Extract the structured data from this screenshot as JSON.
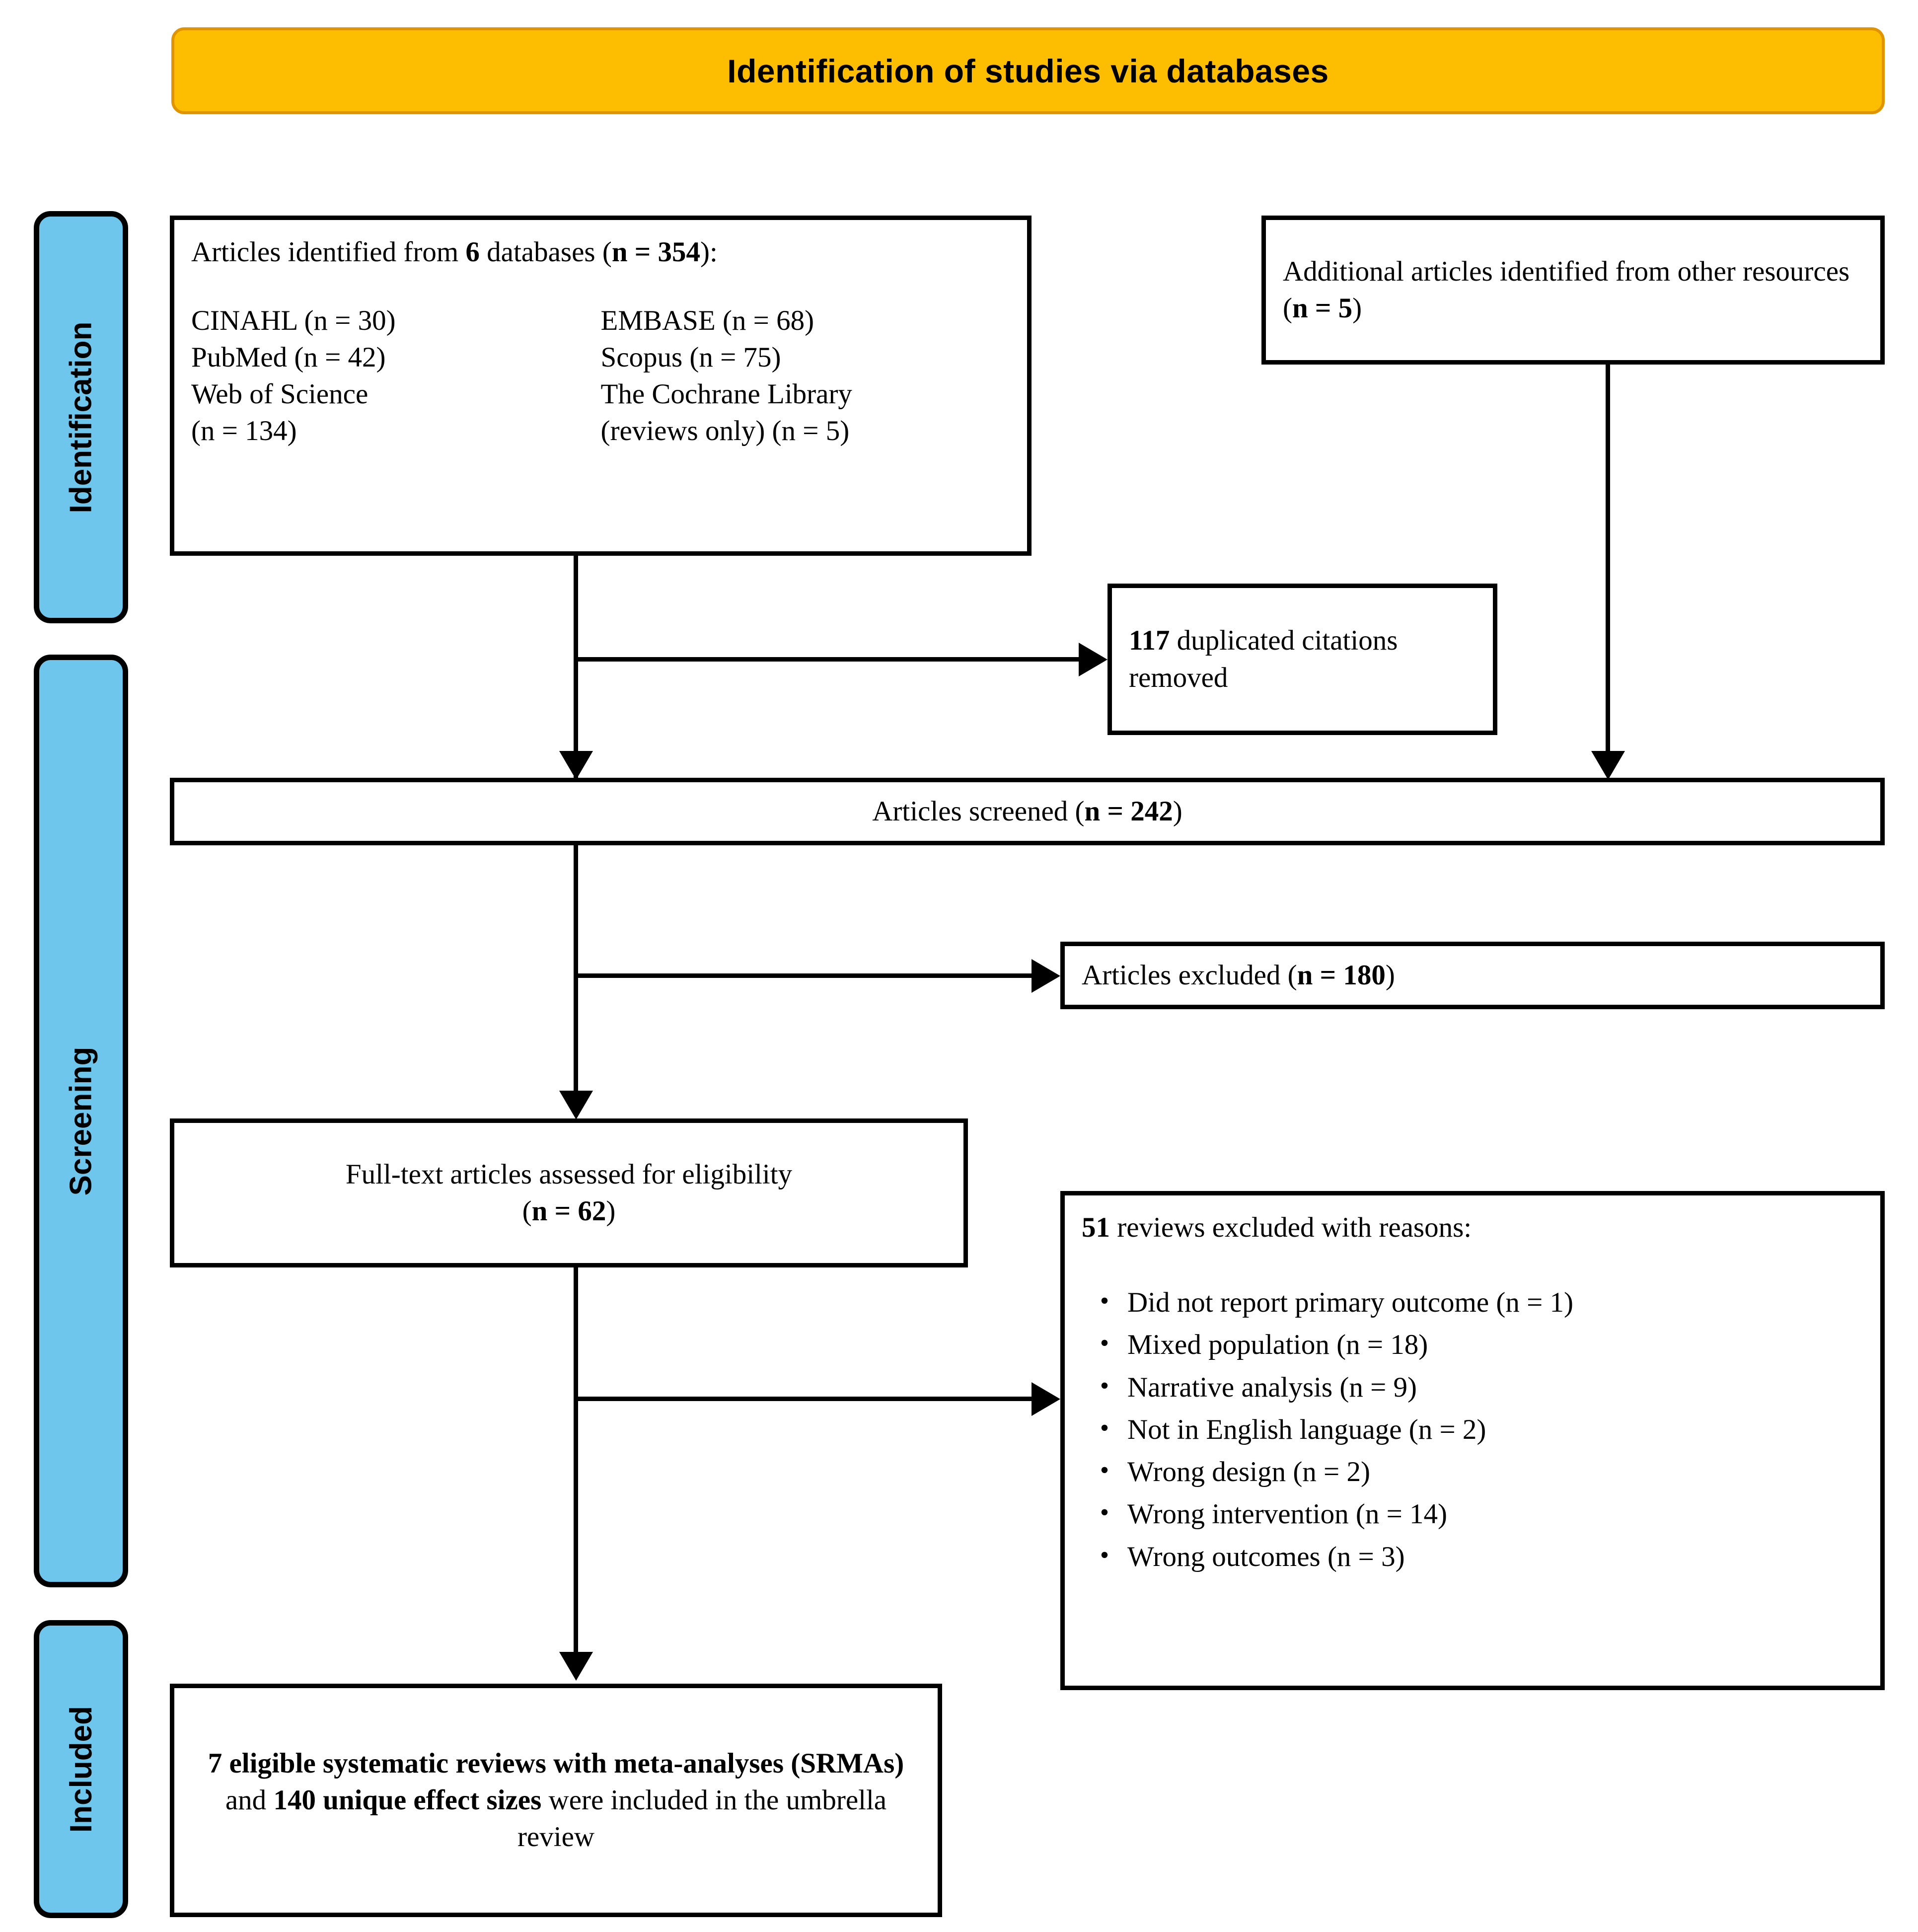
{
  "header": {
    "title": "Identification of studies via databases",
    "bg_color": "#FDBE02",
    "border_color": "#E09400"
  },
  "stages": {
    "color": "#6FC6EC",
    "items": [
      {
        "label": "Identification"
      },
      {
        "label": "Screening"
      },
      {
        "label": "Included"
      }
    ]
  },
  "boxes": {
    "databases": {
      "heading_pre": "Articles identified from ",
      "heading_bold1": "6",
      "heading_mid": " databases (",
      "heading_bold2": "n = 354",
      "heading_post": "):",
      "col_left": [
        "CINAHL (n = 30)",
        "PubMed (n = 42)",
        "Web of Science",
        "(n = 134)"
      ],
      "col_right": [
        "EMBASE (n = 68)",
        "Scopus (n = 75)",
        "The Cochrane Library",
        "(reviews only) (n = 5)"
      ]
    },
    "additional": {
      "text_pre": "Additional articles identified from other resources (",
      "text_bold": "n = 5",
      "text_post": ")"
    },
    "duplicates": {
      "count_bold": "117",
      "text": " duplicated citations removed"
    },
    "screened": {
      "text_pre": "Articles screened (",
      "text_bold": "n = 242",
      "text_post": ")"
    },
    "excluded": {
      "text_pre": "Articles excluded (",
      "text_bold": "n = 180",
      "text_post": ")"
    },
    "fulltext": {
      "line1": "Full-text articles assessed for eligibility",
      "line2_pre": "(",
      "line2_bold": "n = 62",
      "line2_post": ")"
    },
    "reasons": {
      "title_bold": "51",
      "title_rest": " reviews excluded with reasons:",
      "bullet_glyph": "•",
      "items": [
        "Did not report primary outcome (n = 1)",
        "Mixed population (n = 18)",
        "Narrative analysis (n = 9)",
        "Not in English language (n = 2)",
        "Wrong design (n = 2)",
        "Wrong intervention (n = 14)",
        "Wrong outcomes (n = 3)"
      ]
    },
    "included": {
      "b1": "7 eligible systematic reviews with meta-analyses (SRMAs)",
      "r1": " and ",
      "b2": "140 unique effect sizes",
      "r2": " were included in the umbrella review"
    }
  }
}
